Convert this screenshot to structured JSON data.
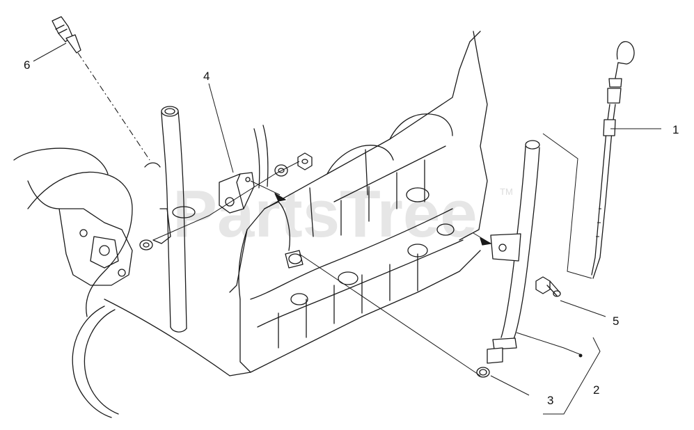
{
  "watermark": {
    "text": "PartsTree",
    "trademark": "TM"
  },
  "callouts": [
    "1",
    "2",
    "3",
    "4",
    "5",
    "6"
  ]
}
